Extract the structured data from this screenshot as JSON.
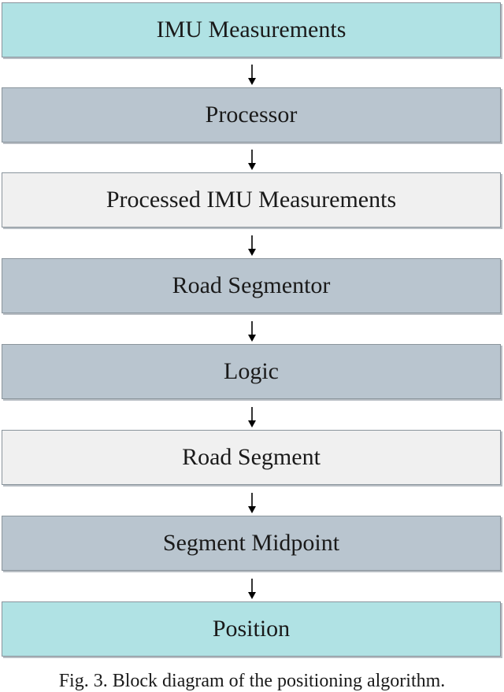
{
  "diagram": {
    "nodes": [
      {
        "label": "IMU Measurements",
        "style": "teal"
      },
      {
        "label": "Processor",
        "style": "slate"
      },
      {
        "label": "Processed IMU Measurements",
        "style": "light"
      },
      {
        "label": "Road Segmentor",
        "style": "slate"
      },
      {
        "label": "Logic",
        "style": "slate"
      },
      {
        "label": "Road Segment",
        "style": "light"
      },
      {
        "label": "Segment Midpoint",
        "style": "slate"
      },
      {
        "label": "Position",
        "style": "teal"
      }
    ],
    "edges": [
      {
        "from": "IMU Measurements",
        "to": "Processor"
      },
      {
        "from": "Processor",
        "to": "Processed IMU Measurements"
      },
      {
        "from": "Processed IMU Measurements",
        "to": "Road Segmentor"
      },
      {
        "from": "Road Segmentor",
        "to": "Logic"
      },
      {
        "from": "Logic",
        "to": "Road Segment"
      },
      {
        "from": "Road Segment",
        "to": "Segment Midpoint"
      },
      {
        "from": "Segment Midpoint",
        "to": "Position"
      }
    ],
    "colors": {
      "teal": "#b0e2e4",
      "slate": "#b9c5cf",
      "light": "#f0f0f0"
    }
  },
  "caption": "Fig. 3. Block diagram of the positioning algorithm."
}
